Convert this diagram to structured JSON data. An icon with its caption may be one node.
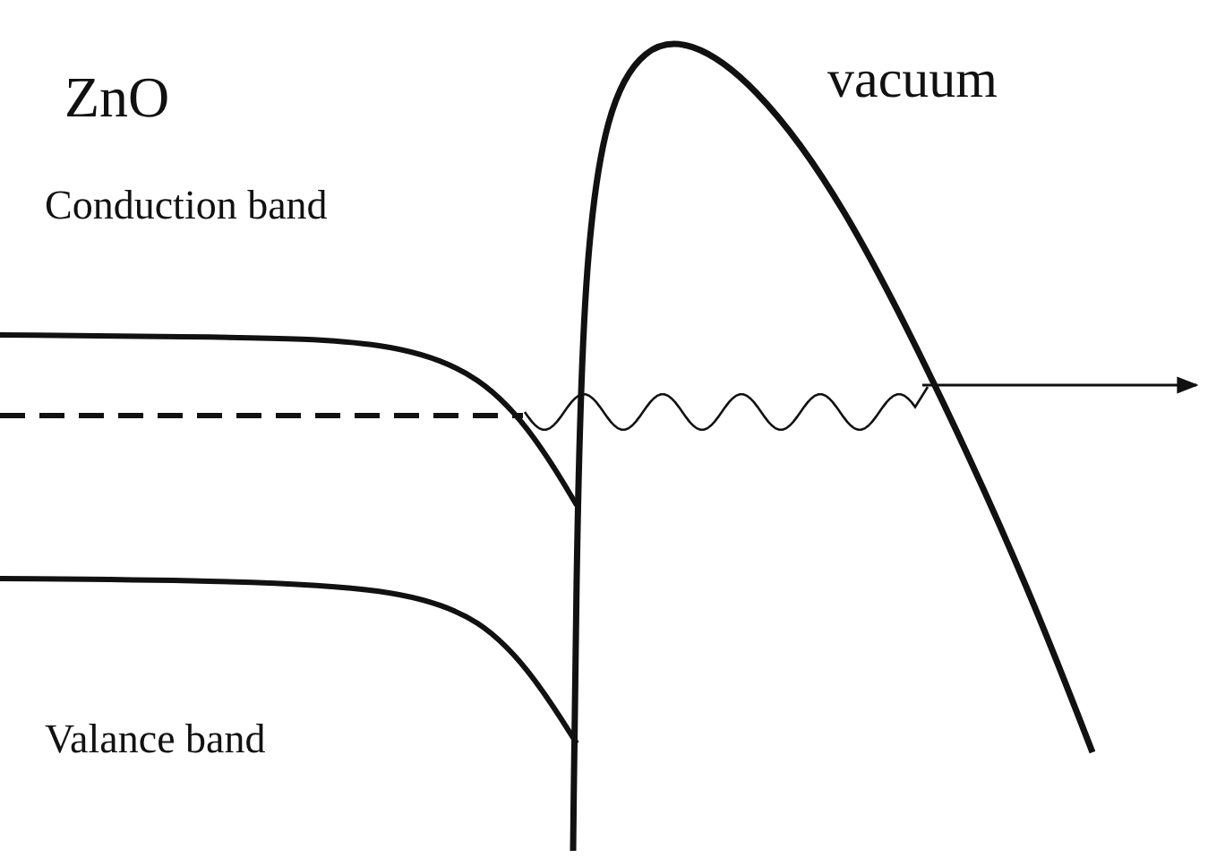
{
  "diagram": {
    "labels": [
      "ZnO",
      "vacuum",
      "Conduction band",
      "Valance band"
    ]
  }
}
